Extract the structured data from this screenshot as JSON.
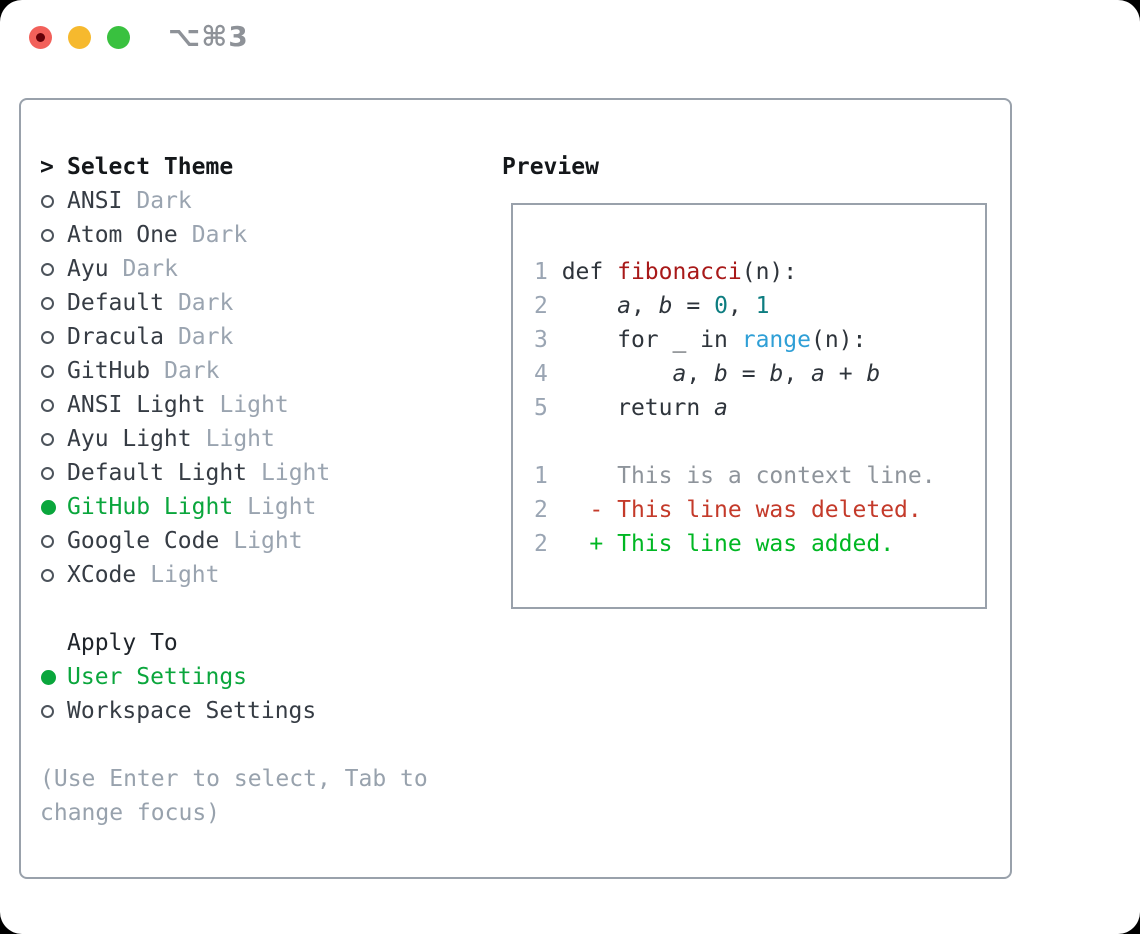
{
  "window": {
    "title": "⌥⌘3",
    "traffic_lights": [
      "close",
      "minimize",
      "maximize"
    ]
  },
  "theme_picker": {
    "header_marker": ">",
    "header": "Select Theme",
    "items": [
      {
        "name": "ANSI",
        "tag": "Dark",
        "selected": false
      },
      {
        "name": "Atom One",
        "tag": "Dark",
        "selected": false
      },
      {
        "name": "Ayu",
        "tag": "Dark",
        "selected": false
      },
      {
        "name": "Default",
        "tag": "Dark",
        "selected": false
      },
      {
        "name": "Dracula",
        "tag": "Dark",
        "selected": false
      },
      {
        "name": "GitHub",
        "tag": "Dark",
        "selected": false
      },
      {
        "name": "ANSI Light",
        "tag": "Light",
        "selected": false
      },
      {
        "name": "Ayu Light",
        "tag": "Light",
        "selected": false
      },
      {
        "name": "Default Light",
        "tag": "Light",
        "selected": false
      },
      {
        "name": "GitHub Light",
        "tag": "Light",
        "selected": true
      },
      {
        "name": "Google Code",
        "tag": "Light",
        "selected": false
      },
      {
        "name": "XCode",
        "tag": "Light",
        "selected": false
      }
    ],
    "apply_to": {
      "header": "Apply To",
      "options": [
        {
          "name": "User Settings",
          "selected": true
        },
        {
          "name": "Workspace Settings",
          "selected": false
        }
      ]
    },
    "hint_line1": "(Use Enter to select, Tab to",
    "hint_line2": "change focus)"
  },
  "preview": {
    "header": "Preview",
    "code_lines": [
      [
        {
          "t": "1 ",
          "c": "lnum"
        },
        {
          "t": "def ",
          "c": "code"
        },
        {
          "t": "fibonacci",
          "c": "func"
        },
        {
          "t": "(n):",
          "c": "code"
        }
      ],
      [
        {
          "t": "2 ",
          "c": "lnum"
        },
        {
          "t": "    ",
          "c": "code"
        },
        {
          "t": "a",
          "c": "var"
        },
        {
          "t": ", ",
          "c": "code"
        },
        {
          "t": "b",
          "c": "var"
        },
        {
          "t": " = ",
          "c": "code"
        },
        {
          "t": "0",
          "c": "numlit"
        },
        {
          "t": ", ",
          "c": "code"
        },
        {
          "t": "1",
          "c": "numlit"
        }
      ],
      [
        {
          "t": "3 ",
          "c": "lnum"
        },
        {
          "t": "    for _ in ",
          "c": "code"
        },
        {
          "t": "range",
          "c": "builtin"
        },
        {
          "t": "(n):",
          "c": "code"
        }
      ],
      [
        {
          "t": "4 ",
          "c": "lnum"
        },
        {
          "t": "        ",
          "c": "code"
        },
        {
          "t": "a",
          "c": "var"
        },
        {
          "t": ", ",
          "c": "code"
        },
        {
          "t": "b",
          "c": "var"
        },
        {
          "t": " = ",
          "c": "code"
        },
        {
          "t": "b",
          "c": "var"
        },
        {
          "t": ", ",
          "c": "code"
        },
        {
          "t": "a",
          "c": "var"
        },
        {
          "t": " + ",
          "c": "code"
        },
        {
          "t": "b",
          "c": "var"
        }
      ],
      [
        {
          "t": "5 ",
          "c": "lnum"
        },
        {
          "t": "    return ",
          "c": "code"
        },
        {
          "t": "a",
          "c": "var"
        }
      ],
      [],
      [
        {
          "t": "1",
          "c": "lnum"
        },
        {
          "t": "     This is a context line.",
          "c": "ctx"
        }
      ],
      [
        {
          "t": "2",
          "c": "lnum"
        },
        {
          "t": "   ",
          "c": "code"
        },
        {
          "t": "- This line was deleted.",
          "c": "del"
        }
      ],
      [
        {
          "t": "2",
          "c": "lnum"
        },
        {
          "t": "   ",
          "c": "code"
        },
        {
          "t": "+ This line was added.",
          "c": "add"
        }
      ]
    ]
  },
  "colors": {
    "selection_green": "#0aa63c",
    "added_green": "#00b723",
    "deleted_red": "#c43a2a",
    "function_red": "#a81919",
    "number_teal": "#0d7d80",
    "builtin_blue": "#2f9fd6",
    "tag_gray": "#9aa4b0",
    "border_gray": "#99a1ab",
    "traffic_red": "#f2605a",
    "traffic_yellow": "#f6b92e",
    "traffic_green": "#39c13f"
  }
}
